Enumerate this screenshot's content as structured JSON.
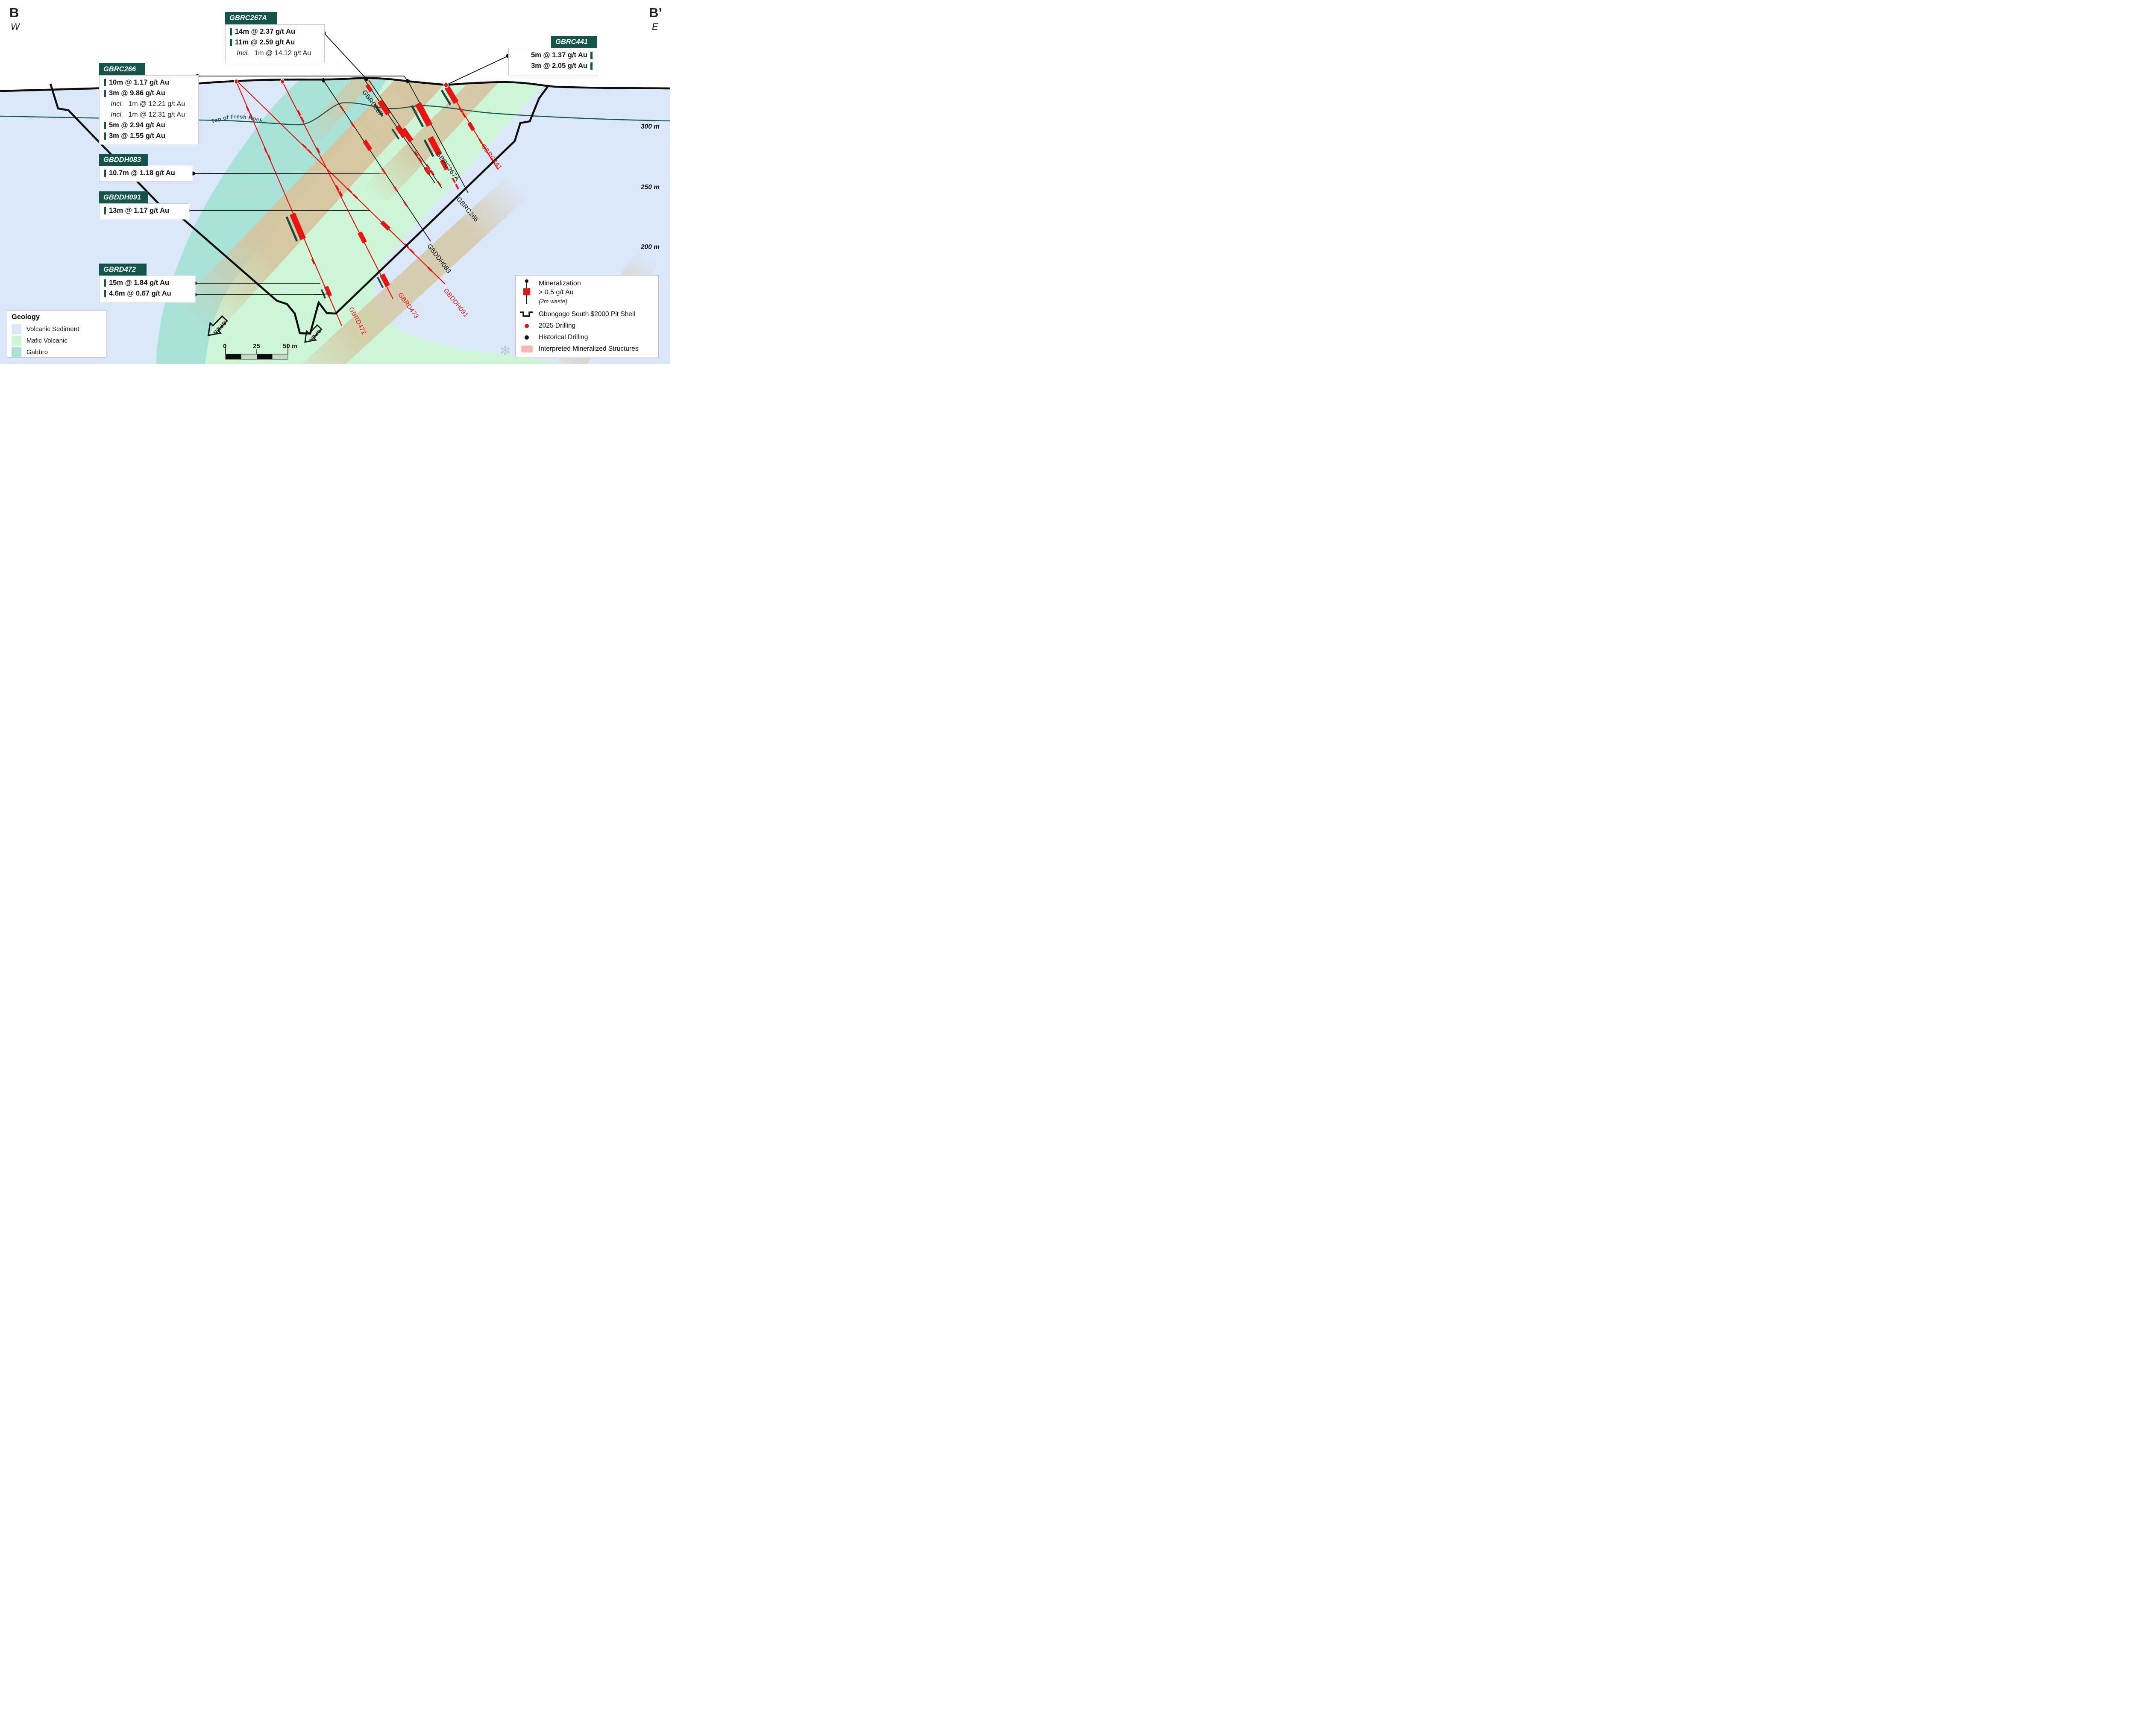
{
  "markers": {
    "left": "B",
    "left_sub": "W",
    "right": "B’",
    "right_sub": "E"
  },
  "fresh_rock_label": "Top of Fresh Rock",
  "depth_labels": [
    "300 m",
    "250 m",
    "200 m"
  ],
  "open_label": "OPEN",
  "colors": {
    "volcanic_sediment": "#dbe8fa",
    "mafic_volcanic": "#cdf6d6",
    "gabbro": "#a9e2d8",
    "structure_tan": "#d5c5a0",
    "callout_teal": "#15544b",
    "drilling_2025_red": "#e8130f",
    "historical_black": "#111111",
    "fresh_rock_green": "#1b5b4d",
    "structures_pink": "#f9b3b6"
  },
  "callouts": {
    "gbrc267a": {
      "id": "GBRC267A",
      "lines": [
        {
          "text": "14m @ 2.37 g/t Au"
        },
        {
          "text": "11m @ 2.59 g/t Au"
        },
        {
          "prefix": "Incl.",
          "text": "1m @ 14.12 g/t Au"
        }
      ]
    },
    "gbrc441": {
      "id": "GBRC441",
      "lines": [
        {
          "text": "5m @ 1.37 g/t Au"
        },
        {
          "text": "3m @ 2.05 g/t Au"
        }
      ]
    },
    "gbrc266": {
      "id": "GBRC266",
      "lines": [
        {
          "text": "10m @ 1.17 g/t Au"
        },
        {
          "text": "3m @ 9.86 g/t Au"
        },
        {
          "prefix": "Incl.",
          "text": "1m @ 12.21 g/t Au"
        },
        {
          "prefix": "Incl.",
          "text": "1m @ 12.31 g/t Au"
        },
        {
          "text": "5m @ 2.94 g/t Au"
        },
        {
          "text": "3m @ 1.55 g/t Au"
        }
      ]
    },
    "gbddh083": {
      "id": "GBDDH083",
      "lines": [
        {
          "text": "10.7m @ 1.18 g/t Au"
        }
      ]
    },
    "gbddh091": {
      "id": "GBDDH091",
      "lines": [
        {
          "text": "13m @ 1.17 g/t Au"
        }
      ]
    },
    "gbrd472": {
      "id": "GBRD472",
      "lines": [
        {
          "text": "15m @ 1.84 g/t Au"
        },
        {
          "text": "4.6m @ 0.67 g/t Au"
        }
      ]
    }
  },
  "hole_labels": [
    {
      "text": "GBRC267",
      "series": "historical"
    },
    {
      "text": "GBRC267A",
      "series": "historical"
    },
    {
      "text": "GBRC266",
      "series": "historical"
    },
    {
      "text": "GBDDH083",
      "series": "historical"
    },
    {
      "text": "GBRC441",
      "series": "2025"
    },
    {
      "text": "GBDDH091",
      "series": "2025"
    },
    {
      "text": "GBRD473",
      "series": "2025"
    },
    {
      "text": "GBRD472",
      "series": "2025"
    }
  ],
  "geology_legend": {
    "title": "Geology",
    "items": [
      {
        "label": "Volcanic Sediment",
        "color": "#dbe8fa"
      },
      {
        "label": "Mafic Volcanic",
        "color": "#cdf6d6"
      },
      {
        "label": "Gabbro",
        "color": "#a9e2d8"
      }
    ]
  },
  "symbol_legend": {
    "mineralization_title": "Mineralization",
    "mineralization_sub": "> 0.5 g/t Au",
    "mineralization_note": "(2m waste)",
    "pit_shell": "Gbongogo South $2000 Pit Shell",
    "drilling_2025": "2025 Drilling",
    "drilling_historical": "Historical Drilling",
    "structures": "Interpreted Mineralized Structures"
  },
  "scalebar": {
    "ticks": [
      "0",
      "25",
      "50 m"
    ]
  }
}
